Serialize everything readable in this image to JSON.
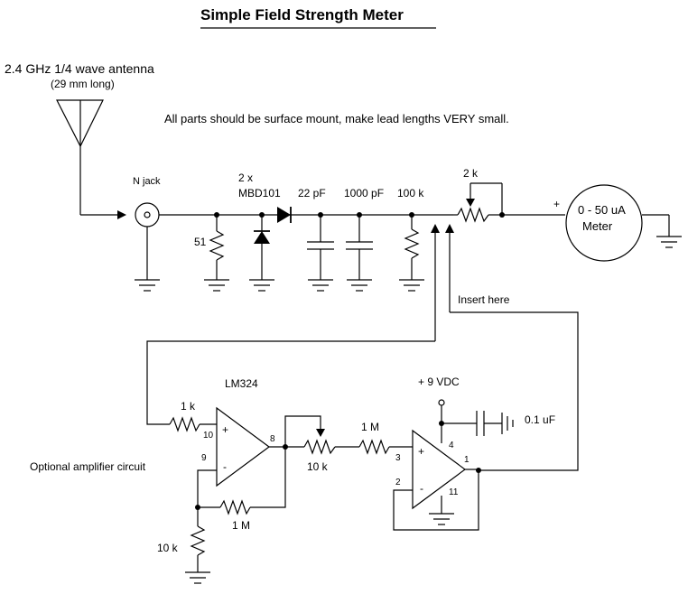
{
  "title": "Simple Field Strength Meter",
  "antenna": {
    "label": "2.4 GHz 1/4 wave antenna",
    "sublabel": "(29 mm long)"
  },
  "note": "All parts should be surface mount, make lead lengths VERY small.",
  "components": {
    "n_jack": "N jack",
    "diode_count": "2 x",
    "diode_part": "MBD101",
    "r_51": "51",
    "c_22p": "22 pF",
    "c_1000p": "1000 pF",
    "r_100k": "100 k",
    "pot_2k": "2 k",
    "meter_range": "0 - 50 uA",
    "meter_word": "Meter",
    "meter_plus": "+",
    "insert_label": "Insert here"
  },
  "amplifier": {
    "caption": "Optional amplifier circuit",
    "opamp_part": "LM324",
    "r_in": "1 k",
    "r_feedback": "1 M",
    "r_ground": "10 k",
    "pot_10k": "10 k",
    "r_series": "1 M",
    "supply": "+ 9 VDC",
    "cap": "0.1 uF",
    "u1_plus": "+",
    "u1_minus": "-",
    "u2_plus": "+",
    "u2_minus": "-",
    "pins": {
      "p10": "10",
      "p9": "9",
      "p8": "8",
      "p3": "3",
      "p2": "2",
      "p4": "4",
      "p11": "11",
      "p1": "1"
    }
  }
}
